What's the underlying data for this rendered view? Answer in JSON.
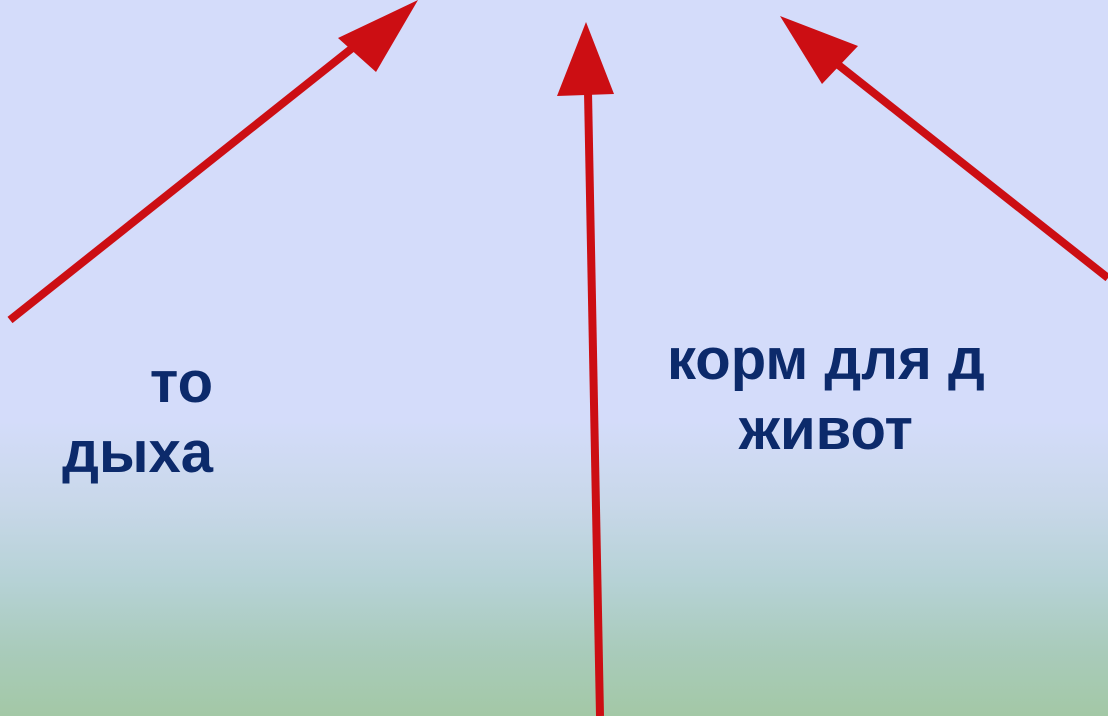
{
  "colors": {
    "arrow": "#cc0e13",
    "text": "#0c2a6b",
    "background_top": "#d4dcfa",
    "background_bottom": "#a3c8a6"
  },
  "labels": {
    "left": {
      "line1": "то",
      "line2": "дыха"
    },
    "right": {
      "line1": "корм для д",
      "line2": "живот"
    }
  }
}
